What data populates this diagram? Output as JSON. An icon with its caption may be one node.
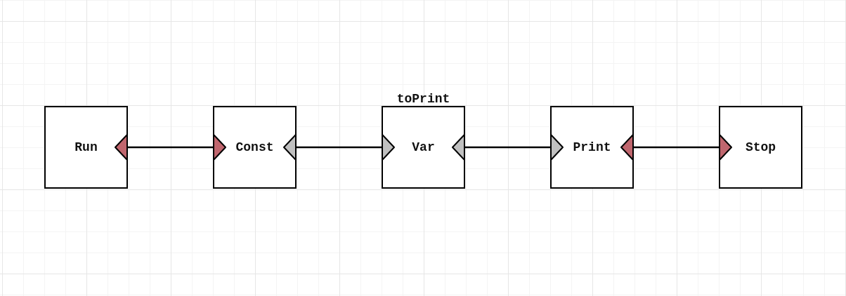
{
  "diagram": {
    "nodes": [
      {
        "text": [
          "Run"
        ]
      },
      {
        "text": [
          "Const"
        ]
      },
      {
        "text": [
          "toPrint",
          "Var"
        ]
      },
      {
        "text": [
          "Print"
        ]
      },
      {
        "text": [
          "Stop"
        ]
      }
    ],
    "edges": [
      {
        "from": 0,
        "to": 1,
        "arrow": "both"
      },
      {
        "from": 1,
        "to": 2,
        "arrow": "both"
      },
      {
        "from": 2,
        "to": 3,
        "arrow": "both"
      },
      {
        "from": 3,
        "to": 4,
        "arrow": "both"
      }
    ]
  }
}
